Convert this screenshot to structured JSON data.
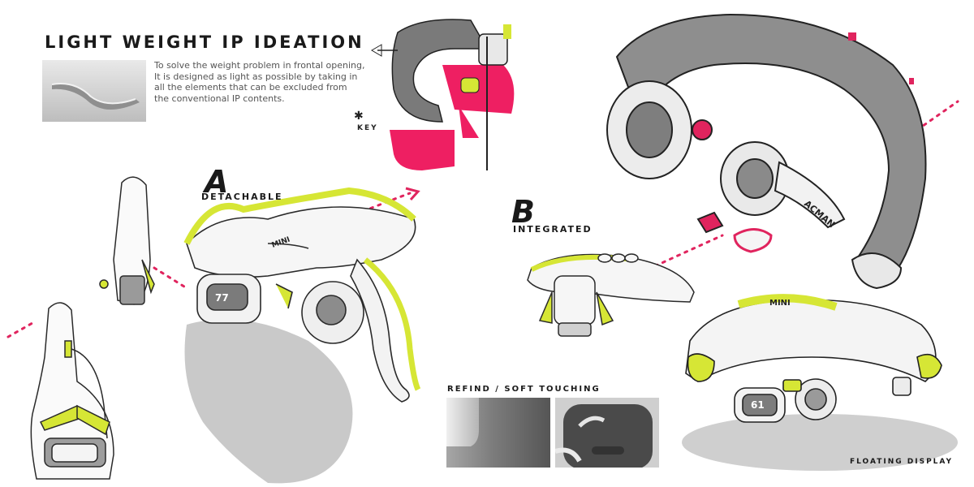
{
  "header": {
    "title": "LIGHT WEIGHT IP IDEATION",
    "description_lines": [
      "To solve the weight problem in frontal opening,",
      "It is designed as light as possible by taking in",
      "all the elements that can be excluded from",
      "the conventional IP contents."
    ]
  },
  "sketch_labels": {
    "key_marker": "✱",
    "key": "KEY",
    "concept_a_letter": "A",
    "concept_a_name": "DETACHABLE",
    "concept_b_letter": "B",
    "concept_b_name": "INTEGRATED",
    "mini_badge": "MINI",
    "display_a": "77",
    "display_b": "61",
    "acman_label": "ACMAN"
  },
  "material_panel": {
    "title": "REFIND / SOFT TOUCHING"
  },
  "floating_display": {
    "caption": "FLOATING DISPLAY"
  },
  "colors": {
    "accent_yellow": "#d6e635",
    "accent_red": "#e0245e",
    "sketch_line": "#2a2a2a",
    "shadow": "#c4c4c4"
  }
}
